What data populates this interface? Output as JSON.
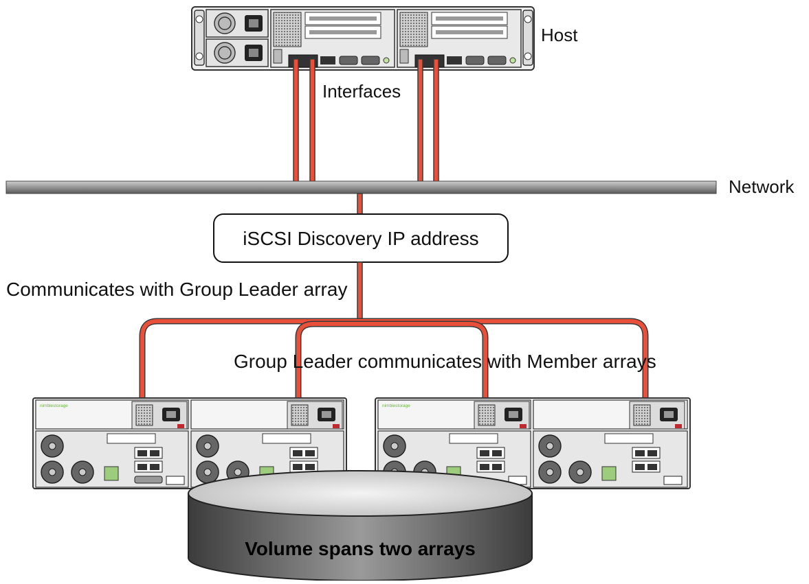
{
  "labels": {
    "host": "Host",
    "interfaces": "Interfaces",
    "network": "Network",
    "discovery": "iSCSI Discovery IP address",
    "communicates": "Communicates with Group Leader array",
    "group_leader": "Group Leader communicates with Member arrays",
    "volume": "Volume spans two arrays"
  },
  "arrays": [
    {
      "brand": "nimblestorage"
    },
    {
      "brand": "nimblestorage"
    }
  ],
  "colors": {
    "cable": "#e8503a",
    "cable_outline": "#3a3a3a",
    "network_bar": "#8e8e8e",
    "chassis": "#eeeeee",
    "chassis_outline": "#333333",
    "volume_dark": "#4a4a4a",
    "volume_light": "#d8d8d8",
    "brand_green": "#6cb33f"
  },
  "icons": [
    "server-host-icon",
    "storage-array-icon",
    "volume-cylinder-icon",
    "power-socket-icon",
    "fan-icon",
    "ethernet-port-icon"
  ]
}
